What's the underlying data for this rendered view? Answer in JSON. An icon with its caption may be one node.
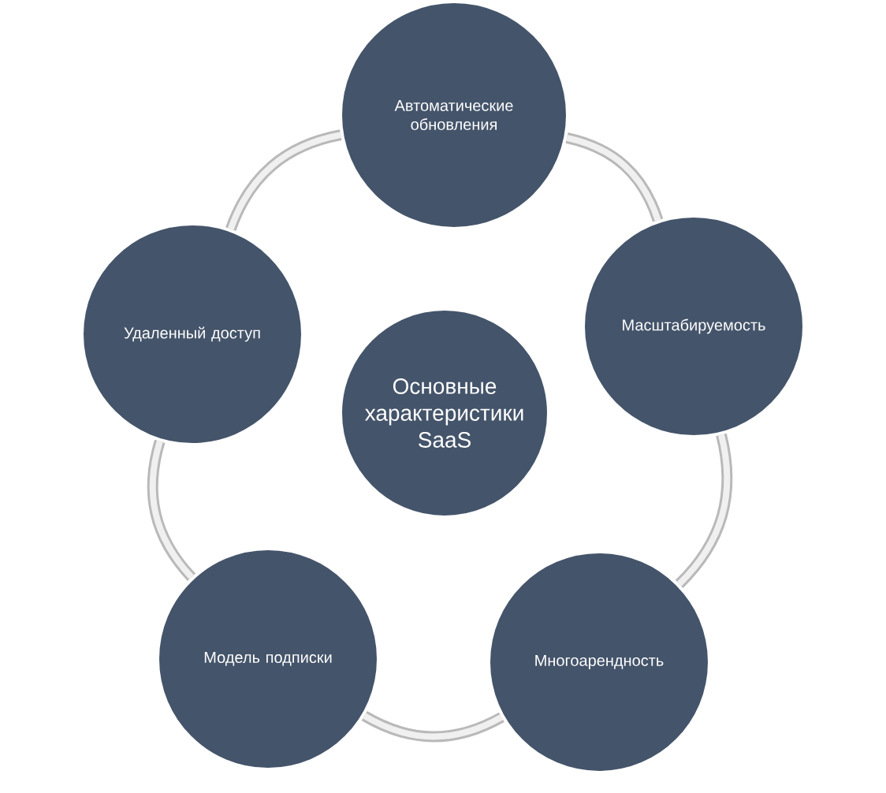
{
  "diagram": {
    "nodes": [
      {
        "text": [
          "Основные характеристики SaaS"
        ]
      },
      {
        "text": [
          "Автоматические обновления"
        ]
      },
      {
        "text": [
          "Масштабируемость"
        ]
      },
      {
        "text": [
          "Многоарендность"
        ]
      },
      {
        "text": [
          "Модель подписки"
        ]
      },
      {
        "text": [
          "Удаленный доступ"
        ]
      }
    ],
    "edges": [
      {
        "from": 1,
        "to": 2,
        "arrow": "none"
      },
      {
        "from": 2,
        "to": 3,
        "arrow": "none"
      },
      {
        "from": 3,
        "to": 4,
        "arrow": "none"
      },
      {
        "from": 4,
        "to": 5,
        "arrow": "none"
      },
      {
        "from": 5,
        "to": 1,
        "arrow": "none"
      }
    ]
  }
}
